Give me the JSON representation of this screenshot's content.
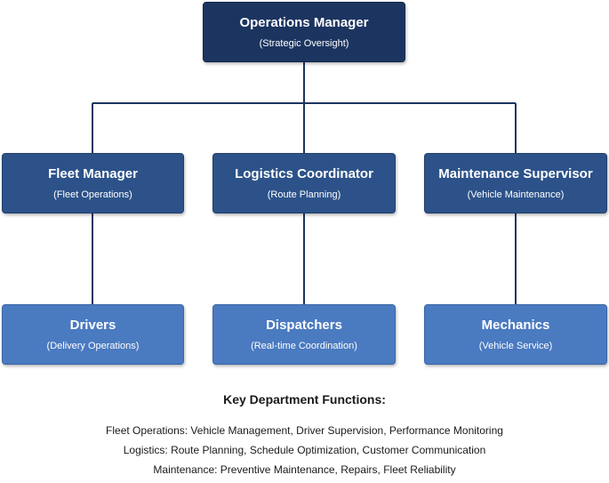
{
  "colors": {
    "level_0": "#1c3560",
    "level_1": "#2c5289",
    "level_2": "#4a7ac0",
    "connector": "#1c3560",
    "text_on_node": "#ffffff"
  },
  "org_chart": {
    "root": {
      "title": "Operations Manager",
      "subtitle": "(Strategic Oversight)"
    },
    "managers": [
      {
        "title": "Fleet Manager",
        "subtitle": "(Fleet Operations)",
        "report": {
          "title": "Drivers",
          "subtitle": "(Delivery Operations)"
        }
      },
      {
        "title": "Logistics Coordinator",
        "subtitle": "(Route Planning)",
        "report": {
          "title": "Dispatchers",
          "subtitle": "(Real-time Coordination)"
        }
      },
      {
        "title": "Maintenance Supervisor",
        "subtitle": "(Vehicle Maintenance)",
        "report": {
          "title": "Mechanics",
          "subtitle": "(Vehicle Service)"
        }
      }
    ]
  },
  "functions": {
    "title": "Key Department Functions:",
    "lines": [
      "Fleet Operations: Vehicle Management, Driver Supervision, Performance Monitoring",
      "Logistics: Route Planning, Schedule Optimization, Customer Communication",
      "Maintenance: Preventive Maintenance, Repairs, Fleet Reliability"
    ]
  }
}
